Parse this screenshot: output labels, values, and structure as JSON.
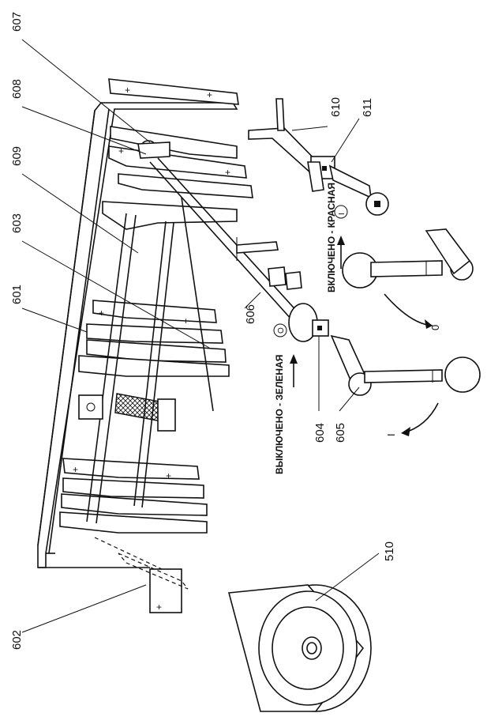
{
  "labels": {
    "l607": "607",
    "l608": "608",
    "l609": "609",
    "l603": "603",
    "l601": "601",
    "l602": "602",
    "l606": "606",
    "l604": "604",
    "l605": "605",
    "l610": "610",
    "l611": "611",
    "l510": "510"
  },
  "annotations": {
    "off_text": "ВЫКЛЮЧЕНО - ЗЕЛЕНАЯ",
    "on_text": "ВКЛЮЧЕНО - КРАСНАЯ",
    "off_symbol": "O",
    "on_symbol": "I",
    "pos_zero": "0",
    "pos_one": "I"
  }
}
